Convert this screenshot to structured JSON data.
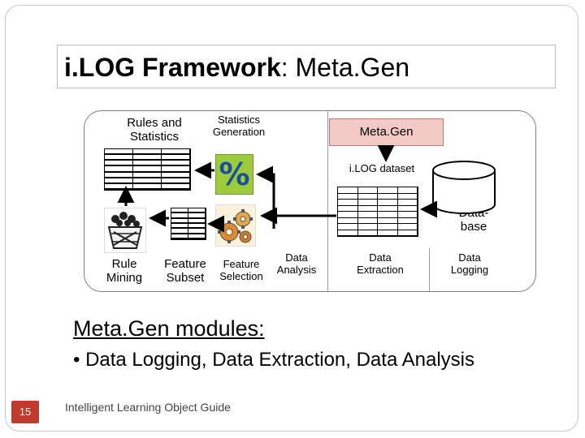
{
  "title": {
    "bold": "i.LOG Framework",
    "rest": ": Meta.Gen"
  },
  "diagram": {
    "rules_label": "Rules and Statistics",
    "stats_gen_label": "Statistics Generation",
    "metagen_label": "Meta.Gen",
    "ilog_dataset_label": "i.LOG dataset",
    "database_label": "Data-base",
    "rule_mining_label": "Rule Mining",
    "feature_subset_label": "Feature Subset",
    "feature_selection_label": "Feature Selection",
    "data_analysis_label": "Data Analysis",
    "data_extraction_label": "Data Extraction",
    "data_logging_label": "Data Logging",
    "percent_symbol": "%"
  },
  "modules": {
    "heading": "Meta.Gen modules:",
    "bullet": "• Data Logging, Data Extraction, Data Analysis"
  },
  "footer": {
    "text": "Intelligent Learning Object Guide",
    "page": "15"
  },
  "colors": {
    "metagen_fill": "#f2c9c4",
    "page_badge": "#c0392b",
    "percent_bg": "#9ccc3c"
  }
}
